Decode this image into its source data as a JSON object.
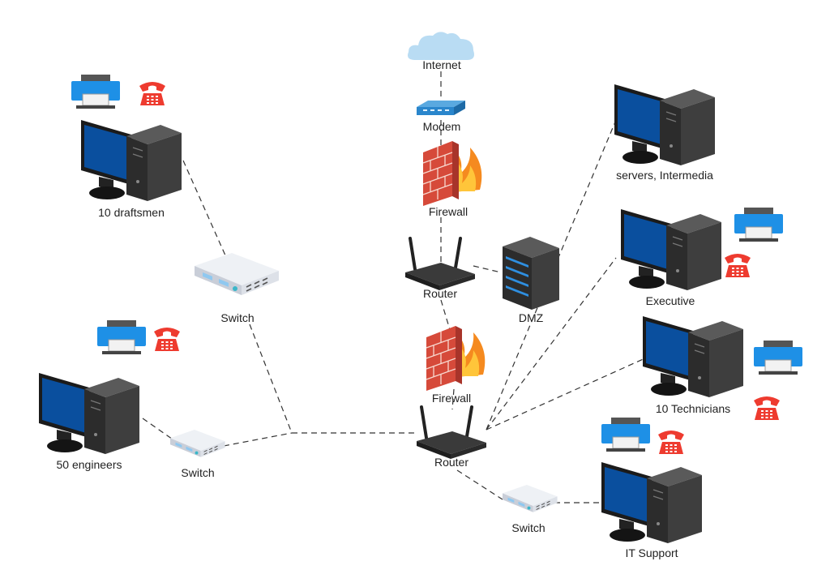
{
  "nodes": {
    "internet": {
      "label": "Internet"
    },
    "modem": {
      "label": "Modem"
    },
    "firewall_top": {
      "label": "Firewall"
    },
    "router_top": {
      "label": "Router"
    },
    "dmz": {
      "label": "DMZ"
    },
    "firewall_mid": {
      "label": "Firewall"
    },
    "router_core": {
      "label": "Router"
    },
    "switch_top": {
      "label": "Switch"
    },
    "switch_left": {
      "label": "Switch"
    },
    "switch_bottom": {
      "label": "Switch"
    },
    "draftsmen": {
      "label": "10 draftsmen"
    },
    "engineers": {
      "label": "50 engineers"
    },
    "servers": {
      "label": "servers, Intermedia"
    },
    "executive": {
      "label": "Executive"
    },
    "technicians": {
      "label": "10 Technicians"
    },
    "it_support": {
      "label": "IT Support"
    }
  },
  "colors": {
    "printer": "#1e90e6",
    "phone": "#ee3b2f",
    "monitor_screen": "#0a4f9e",
    "tower": "#3a3a3a",
    "cloud": "#b9dcf3",
    "modem": "#2a86cc",
    "brick": "#d64a3a",
    "flame": "#f58a1f",
    "switch_body": "#dfe3ea",
    "router_body": "#2b2b2b",
    "connector_line": "#333333"
  }
}
